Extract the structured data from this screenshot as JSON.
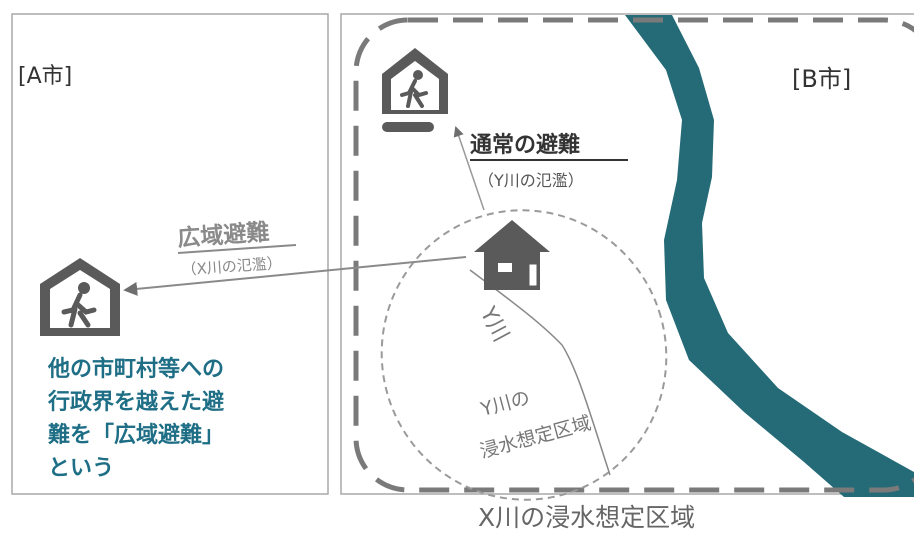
{
  "city_a_label": "[A市]",
  "city_b_label": "[B市]",
  "normal_evac": {
    "title": "通常の避難",
    "sub": "（Y川の氾濫）"
  },
  "wide_evac": {
    "title": "広域避難",
    "sub": "（X川の氾濫）"
  },
  "river_y_label": "Y川",
  "y_flood_zone": {
    "line1": "Y川の",
    "line2": "浸水想定区域"
  },
  "x_flood_zone_label": "X川の浸水想定区域",
  "definition_lines": [
    "他の市町村等への",
    "行政界を越えた避",
    "難を「広域避難」",
    "という"
  ],
  "colors": {
    "river": "#246b77",
    "accent_text": "#1e6e86",
    "icon": "#555555",
    "dash": "#7a7a7a"
  },
  "icons": {
    "shelter": "evacuation-shelter-icon",
    "house": "house-icon"
  }
}
